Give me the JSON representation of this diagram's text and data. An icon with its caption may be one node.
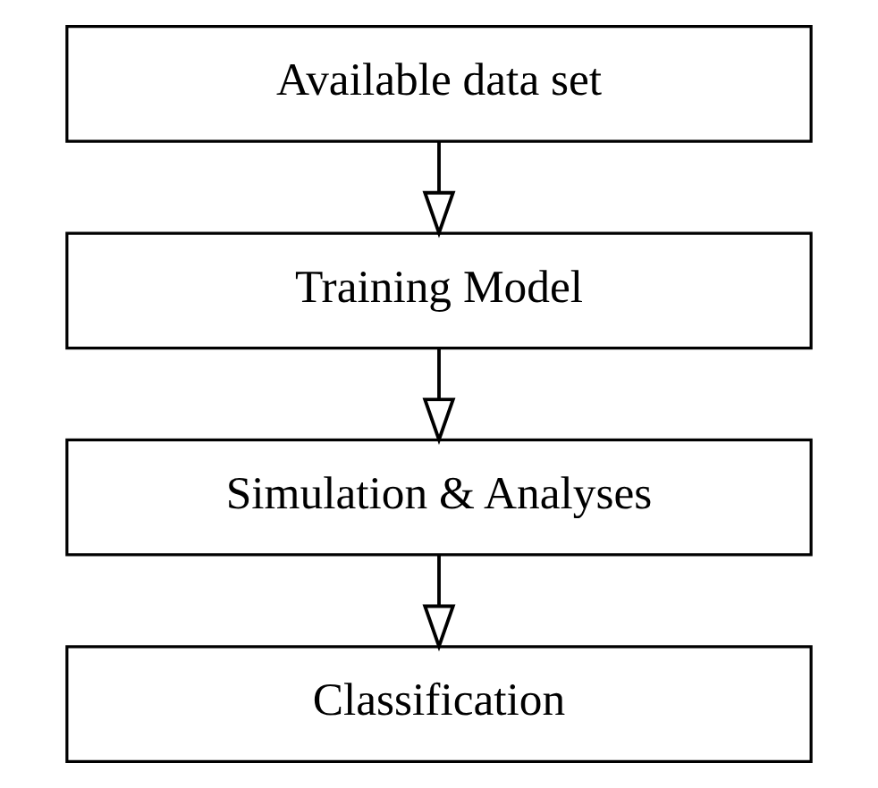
{
  "diagram": {
    "nodes": [
      {
        "text": [
          "Available data set"
        ]
      },
      {
        "text": [
          "Training Model"
        ]
      },
      {
        "text": [
          "Simulation & Analyses"
        ]
      },
      {
        "text": [
          "Classification"
        ]
      }
    ],
    "edges": [
      {
        "from": 0,
        "to": 1,
        "arrow": "to"
      },
      {
        "from": 1,
        "to": 2,
        "arrow": "to"
      },
      {
        "from": 2,
        "to": 3,
        "arrow": "to"
      }
    ]
  }
}
